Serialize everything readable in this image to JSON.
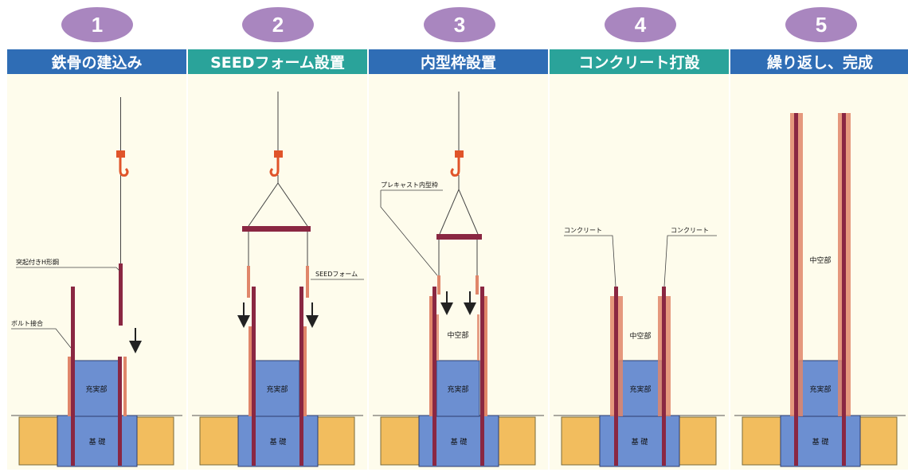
{
  "steps": [
    {
      "number": "1",
      "title": "鉄骨の建込み"
    },
    {
      "number": "2",
      "title": "SEEDフォーム設置"
    },
    {
      "number": "3",
      "title": "内型枠設置"
    },
    {
      "number": "4",
      "title": "コンクリート打設"
    },
    {
      "number": "5",
      "title": "繰り返し、完成"
    }
  ],
  "labels": {
    "h_steel": "突起付きH形鋼",
    "bolt_joint": "ボルト接合",
    "seed_form": "SEEDフォーム",
    "precast_inner_form": "プレキャスト内型枠",
    "concrete": "コンクリート",
    "solid_part": "充実部",
    "hollow_part": "中空部",
    "foundation": "基 礎"
  },
  "colors": {
    "header_blue": "#2f6db5",
    "header_teal": "#2aa39a",
    "badge": "#a986bf",
    "panel": "#fefcec",
    "steel": "#8a2742",
    "form_orange": "#e0866a",
    "hook": "#e0542a",
    "foundation": "#6c8fd1",
    "ground": "#f2bd5e"
  }
}
